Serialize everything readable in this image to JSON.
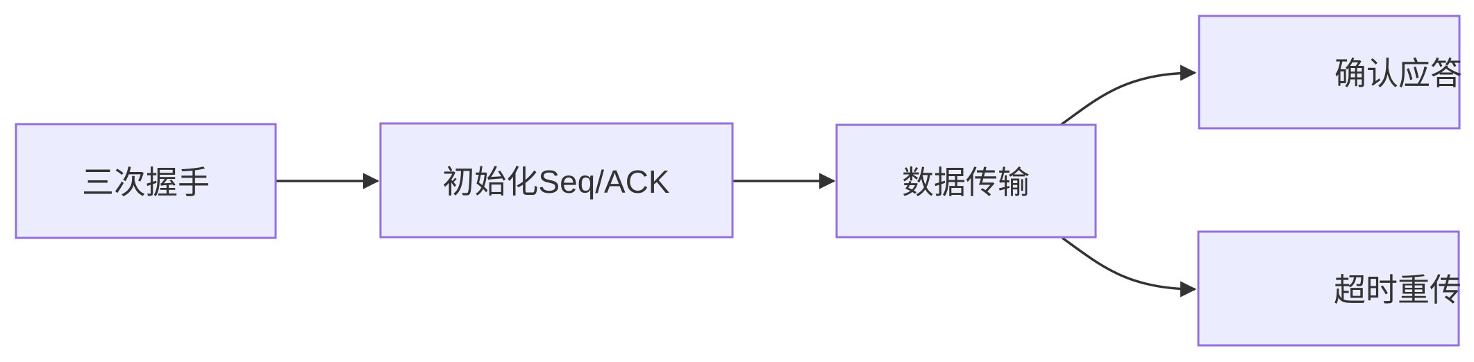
{
  "diagram": {
    "type": "flowchart",
    "direction": "left-to-right"
  },
  "colors": {
    "background": "#FFFFFF",
    "node_fill": "#ECECFF",
    "node_border": "#9370DB",
    "edge": "#333333",
    "text": "#333333"
  },
  "nodes": {
    "handshake": {
      "label": "三次握手"
    },
    "init_seq_ack": {
      "label": "初始化Seq/ACK"
    },
    "data_transfer": {
      "label": "数据传输"
    },
    "ack_response": {
      "label": "确认应答"
    },
    "timeout_retransmit": {
      "label": "超时重传"
    }
  },
  "edges": [
    {
      "from": "三次握手",
      "to": "初始化Seq/ACK"
    },
    {
      "from": "初始化Seq/ACK",
      "to": "数据传输"
    },
    {
      "from": "数据传输",
      "to": "确认应答"
    },
    {
      "from": "数据传输",
      "to": "超时重传"
    }
  ]
}
